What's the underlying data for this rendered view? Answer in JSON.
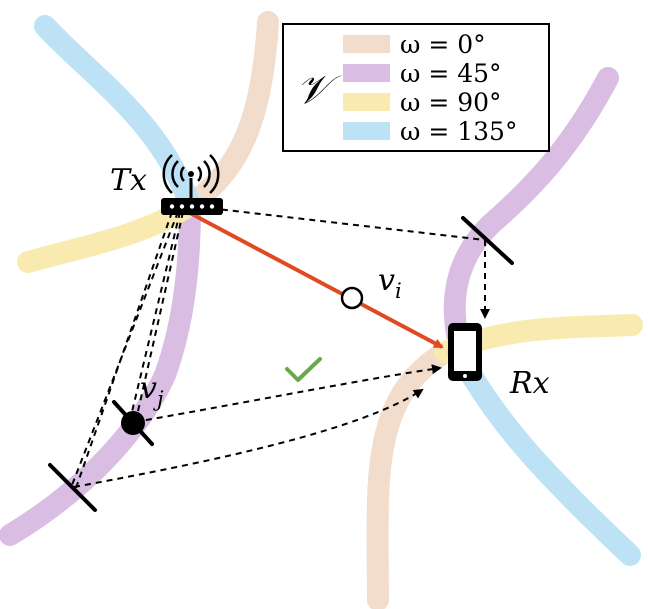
{
  "legend": {
    "symbol": "𝒱",
    "items": [
      {
        "label": "ω = 0°",
        "color": "#f2dccb"
      },
      {
        "label": "ω = 45°",
        "color": "#d9bde2"
      },
      {
        "label": "ω = 90°",
        "color": "#f9ebb0"
      },
      {
        "label": "ω = 135°",
        "color": "#bde2f6"
      }
    ]
  },
  "nodes": {
    "tx": {
      "base": "Tx"
    },
    "rx": {
      "base": "Rx"
    },
    "vi": {
      "base": "v",
      "sub": "i"
    },
    "vj": {
      "base": "v",
      "sub": "j"
    }
  },
  "colors": {
    "direct_path": "#e04a22",
    "check": "#6aa84f",
    "legend_border": "#000000"
  },
  "icons": [
    "router-icon",
    "phone-icon",
    "check-icon",
    "reflector-icon"
  ]
}
